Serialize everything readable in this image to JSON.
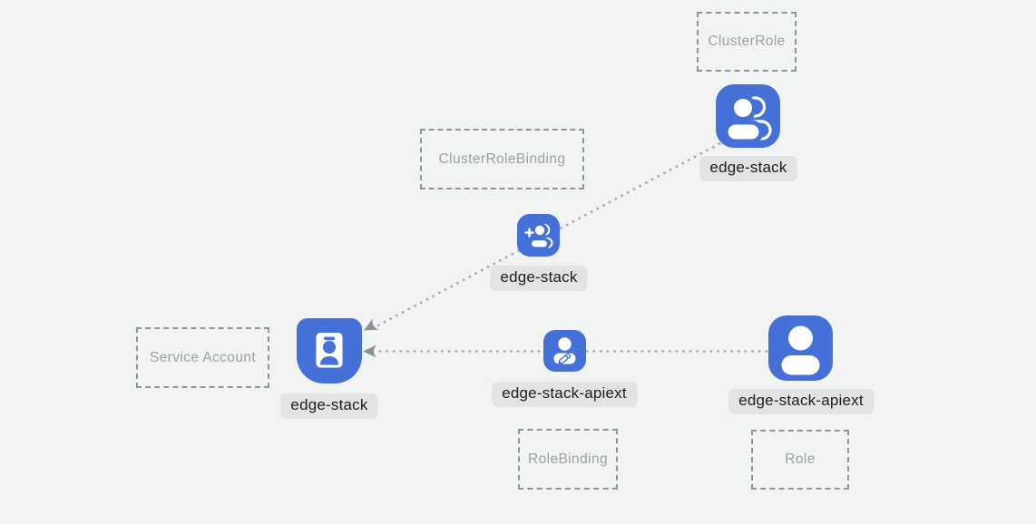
{
  "colors": {
    "background": "#f2f4f4",
    "icon_blue": "#4470d8",
    "label_pill_bg": "#e2e3e3",
    "label_text": "#1c1d1d",
    "box_border": "#8e9797",
    "box_text": "#9ba2a2",
    "dotted_line": "#a8abab",
    "arrow": "#8d9191"
  },
  "type_boxes": [
    {
      "label": "ClusterRole"
    },
    {
      "label": "ClusterRoleBinding"
    },
    {
      "label": "Service Account"
    },
    {
      "label": "RoleBinding"
    },
    {
      "label": "Role"
    }
  ],
  "nodes": [
    {
      "label": "edge-stack",
      "resource_type": "ClusterRole",
      "icon": "users-icon"
    },
    {
      "label": "edge-stack",
      "resource_type": "ClusterRoleBinding",
      "icon": "user-plus-icon"
    },
    {
      "label": "edge-stack",
      "resource_type": "Service Account",
      "icon": "id-badge-icon"
    },
    {
      "label": "edge-stack-apiext",
      "resource_type": "RoleBinding",
      "icon": "user-edit-icon"
    },
    {
      "label": "edge-stack-apiext",
      "resource_type": "Role",
      "icon": "user-icon"
    }
  ],
  "edges": [
    {
      "from": "edge-stack (ClusterRole)",
      "via": "edge-stack (ClusterRoleBinding)",
      "to": "edge-stack (Service Account)",
      "style": "dotted, arrow at Service Account"
    },
    {
      "from": "edge-stack-apiext (Role)",
      "via": "edge-stack-apiext (RoleBinding)",
      "to": "edge-stack (Service Account)",
      "style": "dotted, arrow at Service Account"
    }
  ]
}
